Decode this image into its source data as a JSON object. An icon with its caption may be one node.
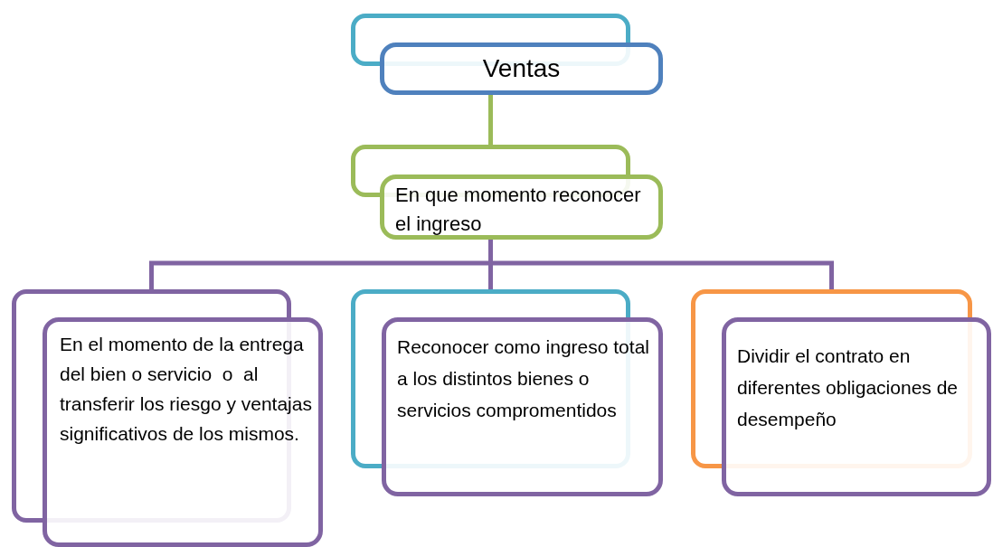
{
  "diagram": {
    "nodes": [
      {
        "text": [
          "Ventas"
        ]
      },
      {
        "text": [
          "En que momento reconocer el ingreso"
        ]
      },
      {
        "text": [
          "En el momento de la entrega del bien o servicio  o  al transferir los riesgo y ventajas significativos de los mismos."
        ]
      },
      {
        "text": [
          "Reconocer como ingreso total a los distintos bienes o servicios compromentidos"
        ]
      },
      {
        "text": [
          "Dividir el contrato en diferentes obligaciones de desempeño"
        ]
      }
    ],
    "edges": [
      {
        "from": 0,
        "to": 1,
        "arrow": "none",
        "color": "#9bbb59"
      },
      {
        "from": 1,
        "to": 2,
        "arrow": "none"
      },
      {
        "from": 1,
        "to": 3,
        "arrow": "none"
      },
      {
        "from": 1,
        "to": 4,
        "arrow": "none"
      }
    ]
  }
}
